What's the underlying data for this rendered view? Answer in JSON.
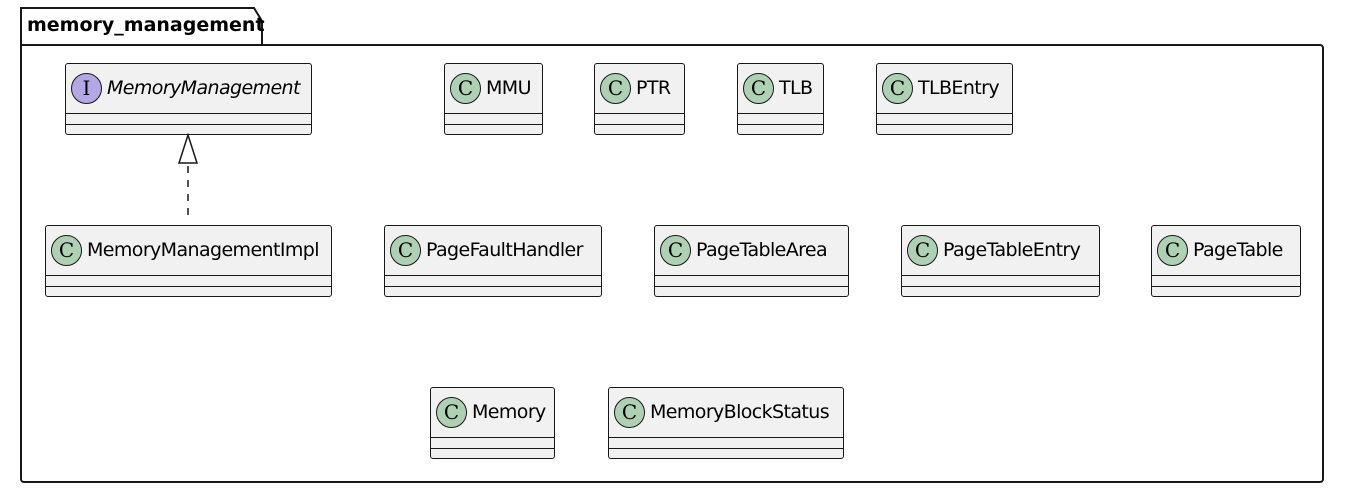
{
  "package": {
    "name": "memory_management"
  },
  "classes": [
    {
      "id": "MemoryManagement",
      "name": "MemoryManagement",
      "kind": "interface",
      "badge": "I",
      "badge_color": "#B4A7E5"
    },
    {
      "id": "MMU",
      "name": "MMU",
      "kind": "class",
      "badge": "C",
      "badge_color": "#ADD1B2"
    },
    {
      "id": "PTR",
      "name": "PTR",
      "kind": "class",
      "badge": "C",
      "badge_color": "#ADD1B2"
    },
    {
      "id": "TLB",
      "name": "TLB",
      "kind": "class",
      "badge": "C",
      "badge_color": "#ADD1B2"
    },
    {
      "id": "TLBEntry",
      "name": "TLBEntry",
      "kind": "class",
      "badge": "C",
      "badge_color": "#ADD1B2"
    },
    {
      "id": "MemoryManagementImpl",
      "name": "MemoryManagementImpl",
      "kind": "class",
      "badge": "C",
      "badge_color": "#ADD1B2"
    },
    {
      "id": "PageFaultHandler",
      "name": "PageFaultHandler",
      "kind": "class",
      "badge": "C",
      "badge_color": "#ADD1B2"
    },
    {
      "id": "PageTableArea",
      "name": "PageTableArea",
      "kind": "class",
      "badge": "C",
      "badge_color": "#ADD1B2"
    },
    {
      "id": "PageTableEntry",
      "name": "PageTableEntry",
      "kind": "class",
      "badge": "C",
      "badge_color": "#ADD1B2"
    },
    {
      "id": "PageTable",
      "name": "PageTable",
      "kind": "class",
      "badge": "C",
      "badge_color": "#ADD1B2"
    },
    {
      "id": "Memory",
      "name": "Memory",
      "kind": "class",
      "badge": "C",
      "badge_color": "#ADD1B2"
    },
    {
      "id": "MemoryBlockStatus",
      "name": "MemoryBlockStatus",
      "kind": "class",
      "badge": "C",
      "badge_color": "#ADD1B2"
    }
  ],
  "relations": [
    {
      "from": "MemoryManagementImpl",
      "to": "MemoryManagement",
      "type": "realization"
    }
  ]
}
